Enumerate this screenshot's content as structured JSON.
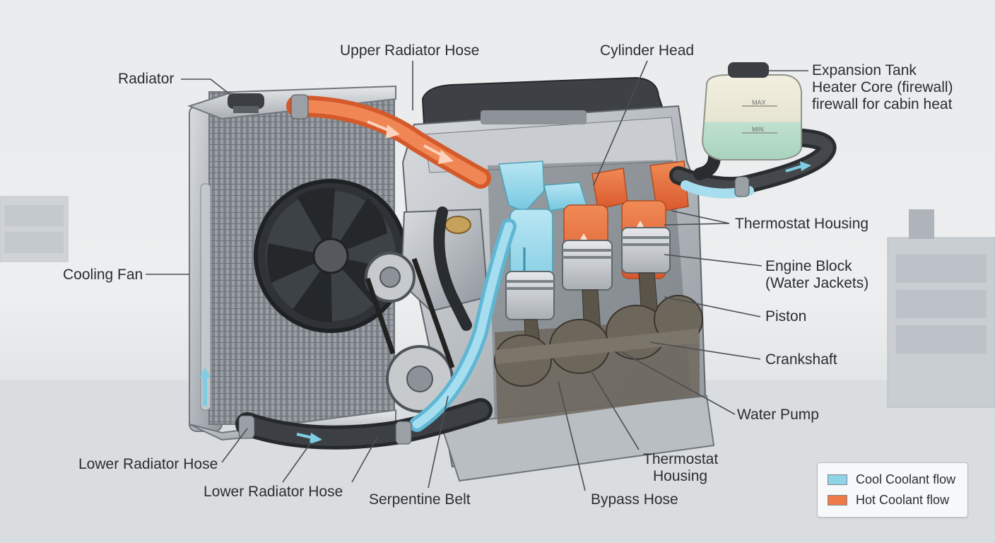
{
  "labels": {
    "upper_radiator_hose": "Upper Radiator Hose",
    "cylinder_head": "Cylinder Head",
    "radiator": "Radiator",
    "expansion_tank_1": "Expansion Tank",
    "expansion_tank_2": "Heater Core (firewall)",
    "expansion_tank_3": "firewall for cabin heat",
    "thermostat_housing_right": "Thermostat Housing",
    "engine_block_1": "Engine Block",
    "engine_block_2": "(Water Jackets)",
    "cooling_fan": "Cooling Fan",
    "piston": "Piston",
    "crankshaft": "Crankshaft",
    "water_pump": "Water Pump",
    "thermostat_housing_bottom_1": "Thermostat",
    "thermostat_housing_bottom_2": "Housing",
    "lower_radiator_hose_1": "Lower Radiator Hose",
    "lower_radiator_hose_2": "Lower Radiator Hose",
    "serpentine_belt": "Serpentine Belt",
    "bypass_hose": "Bypass Hose"
  },
  "tank_marks": {
    "max": "MAX",
    "min": "MIN"
  },
  "legend": {
    "cool_label": "Cool Coolant flow",
    "hot_label": "Hot Coolant flow",
    "cool_color": "#8fd3e8",
    "hot_color": "#ee7a4a"
  }
}
